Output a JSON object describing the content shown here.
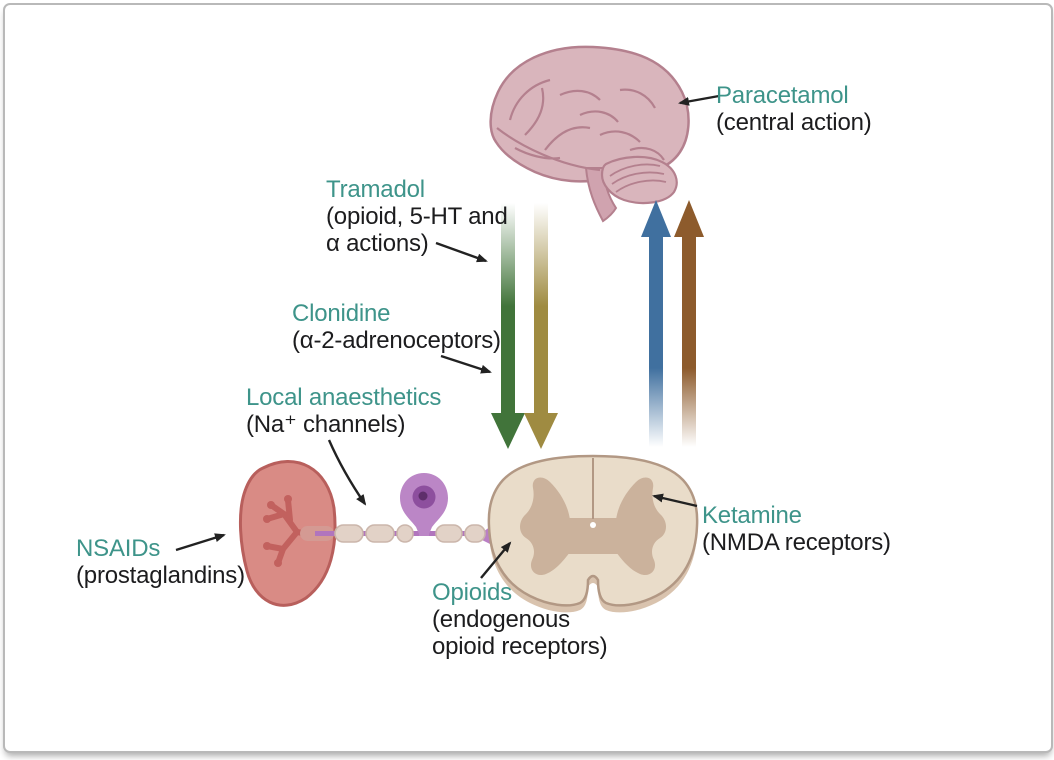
{
  "diagram": {
    "subject": "analgesic-drug-sites-of-action",
    "labels": {
      "paracetamol": {
        "name": "Paracetamol",
        "details": [
          "(central action)"
        ]
      },
      "tramadol": {
        "name": "Tramadol",
        "details": [
          "(opioid, 5-HT and",
          "α actions)"
        ]
      },
      "clonidine": {
        "name": "Clonidine",
        "details": [
          "(α-2-adrenoceptors)"
        ]
      },
      "local_anaesthetics": {
        "name": "Local anaesthetics",
        "details": [
          "(Na⁺ channels)"
        ]
      },
      "nsaids": {
        "name": "NSAIDs",
        "details": [
          "(prostaglandins)"
        ]
      },
      "ketamine": {
        "name": "Ketamine",
        "details": [
          "(NMDA receptors)"
        ]
      },
      "opioids": {
        "name": "Opioids",
        "details": [
          "(endogenous",
          "opioid receptors)"
        ]
      }
    },
    "colors": {
      "drug_label_teal": "#3E948A",
      "detail_text": "#1C1C1E",
      "descending_arrow_green": "#41743A",
      "descending_arrow_olive": "#9F8B41",
      "ascending_arrow_blue": "#40709F",
      "ascending_arrow_brown": "#8D5B2C",
      "brain_pink": "#D9B5BC",
      "spinal_cord_beige": "#E9DCC9",
      "gray_matter_tan": "#CBB29C",
      "tissue_red": "#D98B85",
      "neuron_purple": "#BB86C6"
    },
    "illustration_names": {
      "brain": "brain-icon",
      "spinal_cord": "spinal-cord-cross-section-icon",
      "peripheral_tissue": "peripheral-tissue-nociceptor-icon",
      "neuron": "dorsal-root-ganglion-neuron-icon"
    }
  }
}
